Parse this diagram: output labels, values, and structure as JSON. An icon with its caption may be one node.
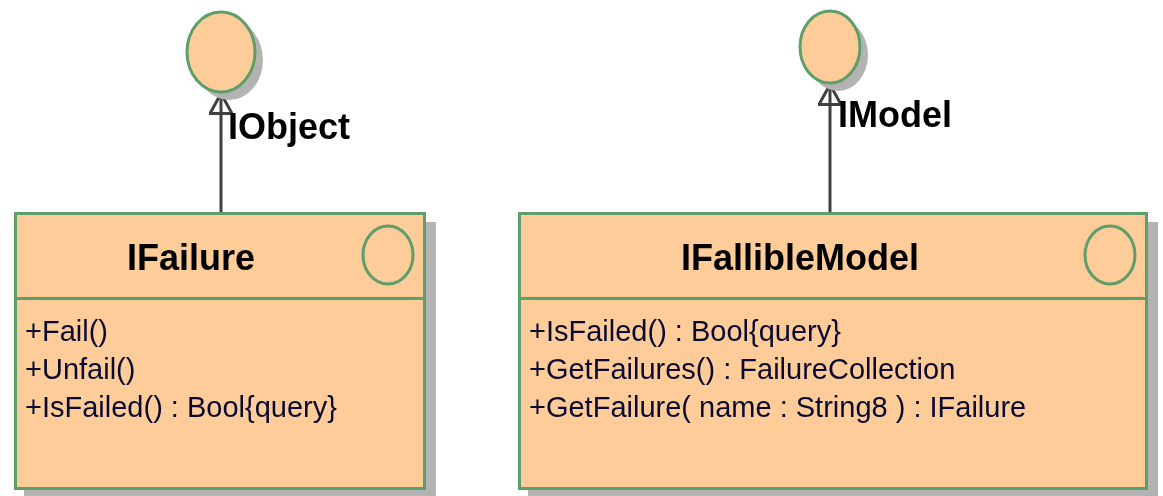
{
  "diagram": {
    "nodes": [
      {
        "text": [
          "IObject"
        ]
      },
      {
        "text": [
          "IFailure",
          "+Fail()",
          "+Unfail()",
          "+IsFailed() : Bool{query}"
        ]
      },
      {
        "text": [
          "IModel"
        ]
      },
      {
        "text": [
          "IFallibleModel",
          "+IsFailed() : Bool{query}",
          "+GetFailures() : FailureCollection",
          "+GetFailure( name : String8 ) : IFailure"
        ]
      }
    ],
    "edges": [
      {
        "from": 1,
        "to": 0,
        "arrow": "to"
      },
      {
        "from": 3,
        "to": 2,
        "arrow": "to"
      }
    ]
  }
}
